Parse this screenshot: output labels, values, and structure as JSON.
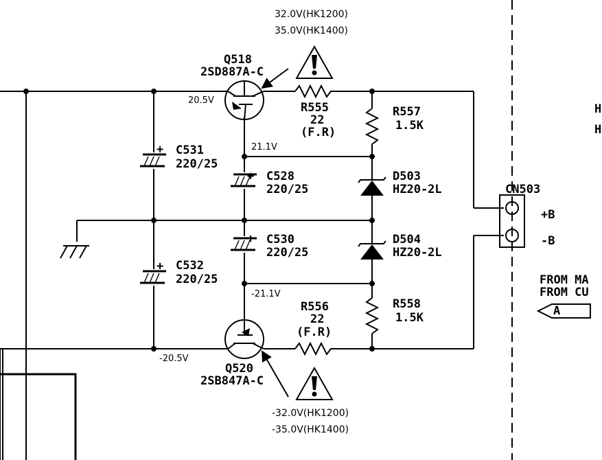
{
  "q518": {
    "ref": "Q518",
    "part": "2SD887A-C",
    "base_v": "20.5V"
  },
  "q518_note": {
    "line1": "32.0V(HK1200)",
    "line2": "35.0V(HK1400)"
  },
  "q520": {
    "ref": "Q520",
    "part": "2SB847A-C",
    "base_v": "-20.5V"
  },
  "q520_note": {
    "line1": "-32.0V(HK1200)",
    "line2": "-35.0V(HK1400)"
  },
  "r555": {
    "ref": "R555",
    "value": "22",
    "type": "(F.R)"
  },
  "r556": {
    "ref": "R556",
    "value": "22",
    "type": "(F.R)"
  },
  "r557": {
    "ref": "R557",
    "value": "1.5K"
  },
  "r558": {
    "ref": "R558",
    "value": "1.5K"
  },
  "c531": {
    "ref": "C531",
    "value": "220/25"
  },
  "c532": {
    "ref": "C532",
    "value": "220/25"
  },
  "c528": {
    "ref": "C528",
    "value": "220/25"
  },
  "c530": {
    "ref": "C530",
    "value": "220/25"
  },
  "d503": {
    "ref": "D503",
    "part": "HZ20-2L"
  },
  "d504": {
    "ref": "D504",
    "part": "HZ20-2L"
  },
  "node_pos_v": "21.1V",
  "node_neg_v": "-21.1V",
  "cn503": {
    "ref": "CN503",
    "pin1": "+B",
    "pin2": "-B"
  },
  "from_text": {
    "line1": "FROM MA",
    "line2": "FROM CU"
  },
  "ref_tag": "A",
  "right_edge": {
    "line1": "H",
    "line2": "H"
  },
  "polarity_mark": "+"
}
